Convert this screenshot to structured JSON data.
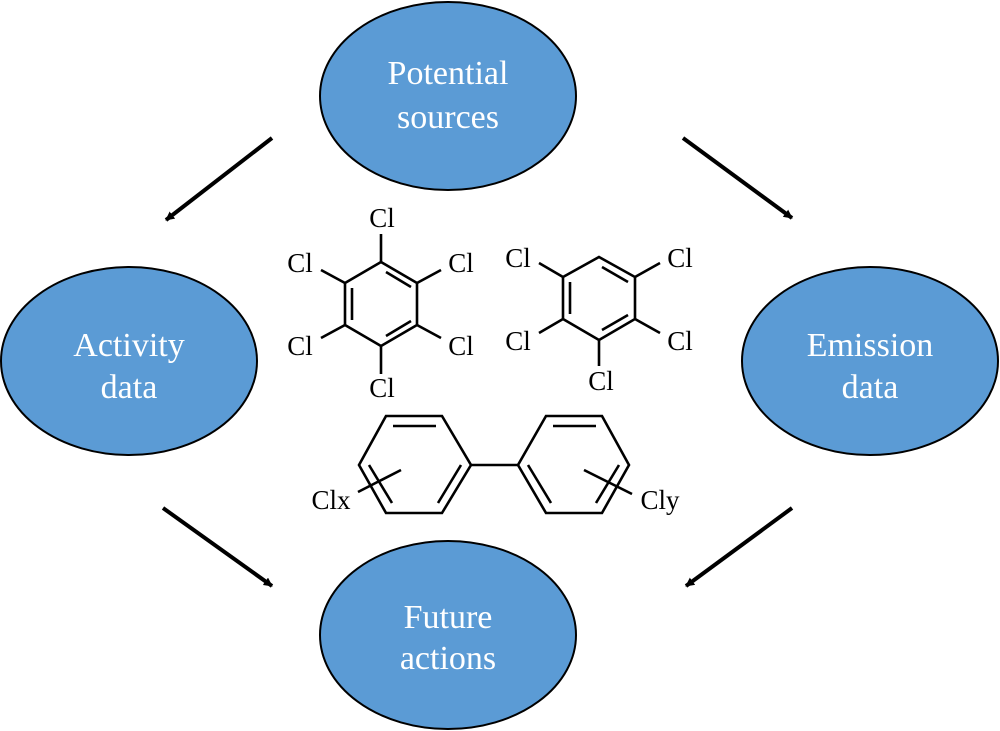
{
  "diagram": {
    "colors": {
      "node_fill": "#5b9bd5",
      "node_text": "#ffffff",
      "arrow": "#000000"
    },
    "nodes": [
      {
        "id": "potential-sources",
        "lines": [
          "Potential",
          "sources"
        ]
      },
      {
        "id": "activity-data",
        "lines": [
          "Activity",
          "data"
        ]
      },
      {
        "id": "emission-data",
        "lines": [
          "Emission",
          "data"
        ]
      },
      {
        "id": "future-actions",
        "lines": [
          "Future",
          "actions"
        ]
      }
    ],
    "edges": [
      {
        "from": "potential-sources",
        "to": "activity-data"
      },
      {
        "from": "potential-sources",
        "to": "emission-data"
      },
      {
        "from": "activity-data",
        "to": "future-actions"
      },
      {
        "from": "emission-data",
        "to": "future-actions"
      }
    ],
    "molecules": {
      "hexachlorobenzene": {
        "substituent": "Cl",
        "count": 6
      },
      "pentachlorobenzene": {
        "substituent": "Cl",
        "count": 5
      },
      "pcb": {
        "left_label": "Clx",
        "right_label": "Cly"
      }
    }
  }
}
